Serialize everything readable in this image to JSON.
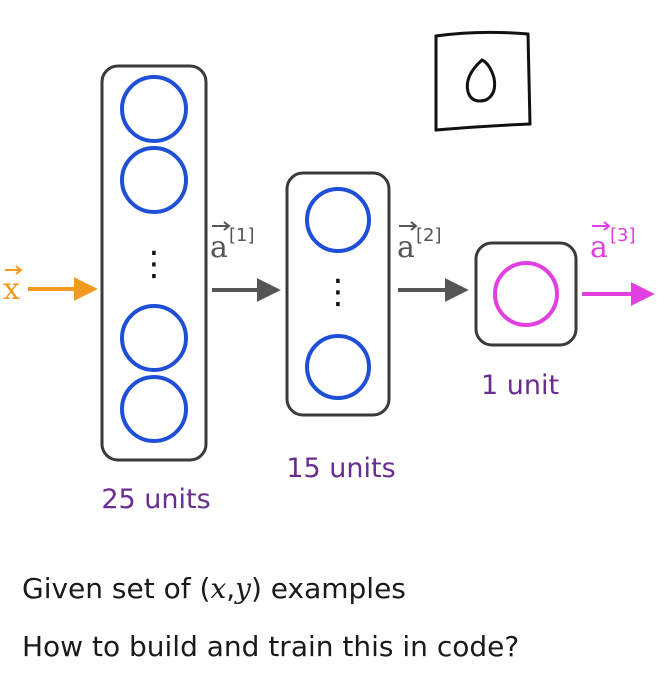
{
  "colors": {
    "neuron_blue": "#1f4fd6",
    "output_magenta": "#e23fe0",
    "input_orange": "#f39a1e",
    "arrow_gray": "#555555",
    "box_stroke": "#3a3a3a",
    "label_purple": "#6a2c91"
  },
  "input": {
    "symbol": "x"
  },
  "layers": [
    {
      "label": "25 units",
      "activation": "a",
      "superscript": "[1]"
    },
    {
      "label": "15 units",
      "activation": "a",
      "superscript": "[2]"
    },
    {
      "label": "1 unit",
      "activation": "a",
      "superscript": "[3]"
    }
  ],
  "ellipsis": "⋮",
  "captions": {
    "line1_prefix": "Given set of (",
    "line1_x": "x",
    "line1_comma": ",",
    "line1_y": "y",
    "line1_suffix": ") examples",
    "line2": "How to build and train this in code?"
  }
}
